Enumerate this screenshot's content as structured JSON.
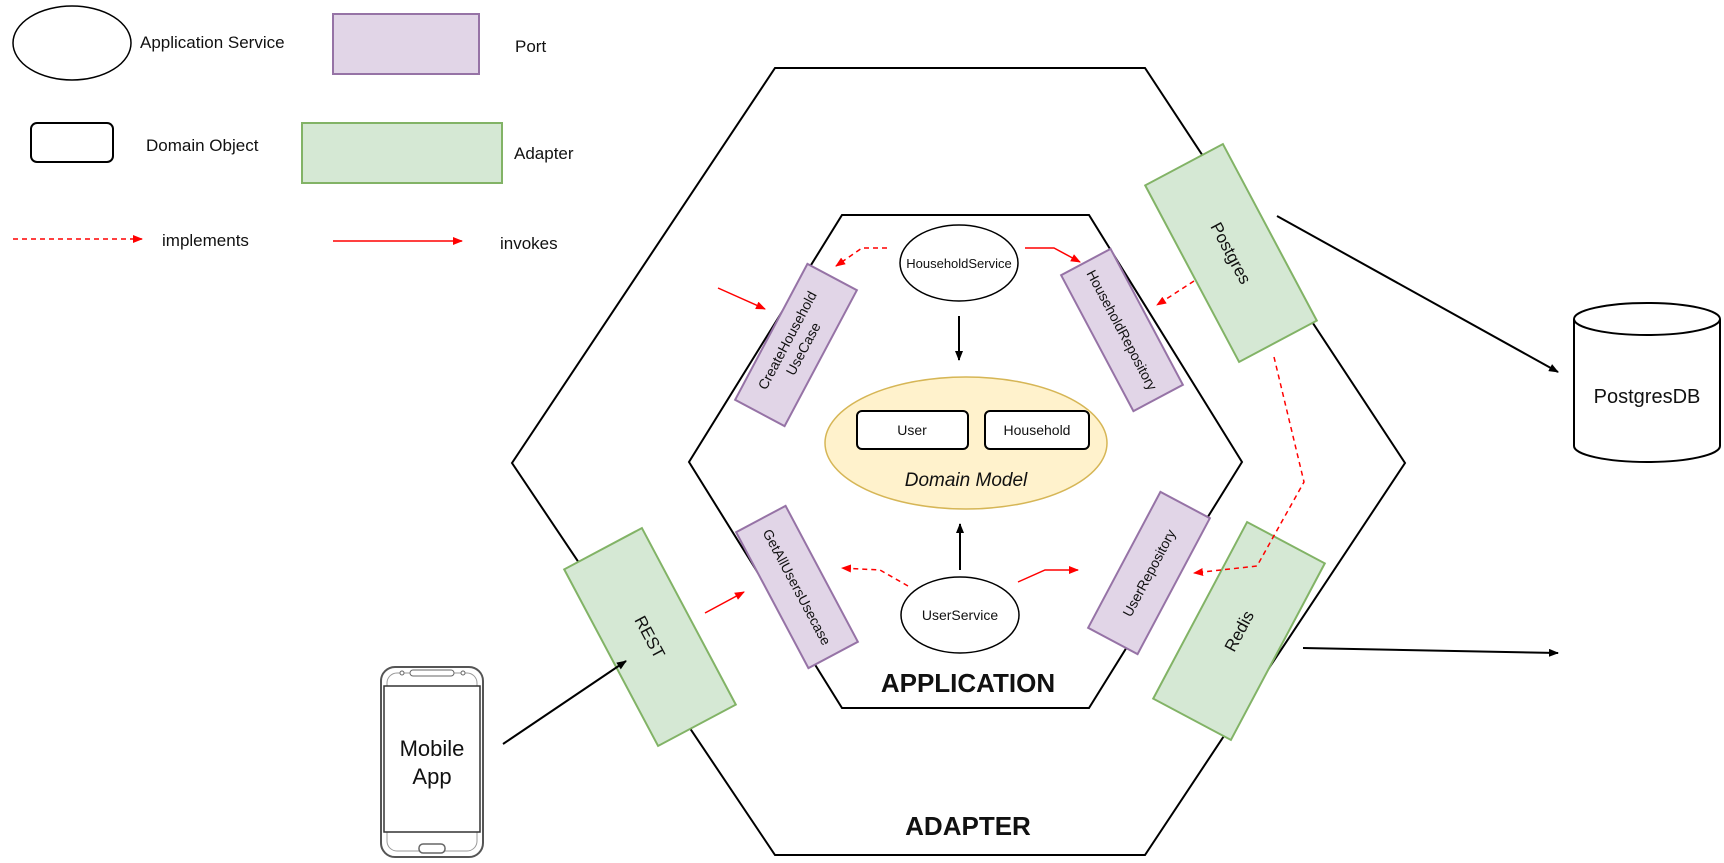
{
  "legend": {
    "application_service": "Application Service",
    "port": "Port",
    "domain_object": "Domain Object",
    "adapter": "Adapter",
    "implements": "implements",
    "invokes": "invokes"
  },
  "layers": {
    "adapter": "ADAPTER",
    "application": "APPLICATION"
  },
  "services": {
    "household": "HouseholdService",
    "user": "UserService"
  },
  "domain": {
    "title": "Domain Model",
    "user": "User",
    "household": "Household"
  },
  "ports": {
    "create_household": [
      "CreateHousehold",
      "UseCase"
    ],
    "household_repository": "HouseholdRepository",
    "get_all_users": "GetAllUsersUsecase",
    "user_repository": "UserRepository"
  },
  "adapters": {
    "postgres": "Postgres",
    "redis": "Redis",
    "rest": "REST"
  },
  "external": {
    "postgres_db": "PostgresDB",
    "mobile_app": [
      "Mobile",
      "App"
    ]
  },
  "colors": {
    "port_fill": "#e1d5e7",
    "port_stroke": "#9673a6",
    "adapter_fill": "#d5e8d4",
    "adapter_stroke": "#82b366",
    "domain_fill": "#fff2cc",
    "domain_stroke": "#d6b656",
    "implements": "#ff0000",
    "invokes": "#ff0000"
  }
}
